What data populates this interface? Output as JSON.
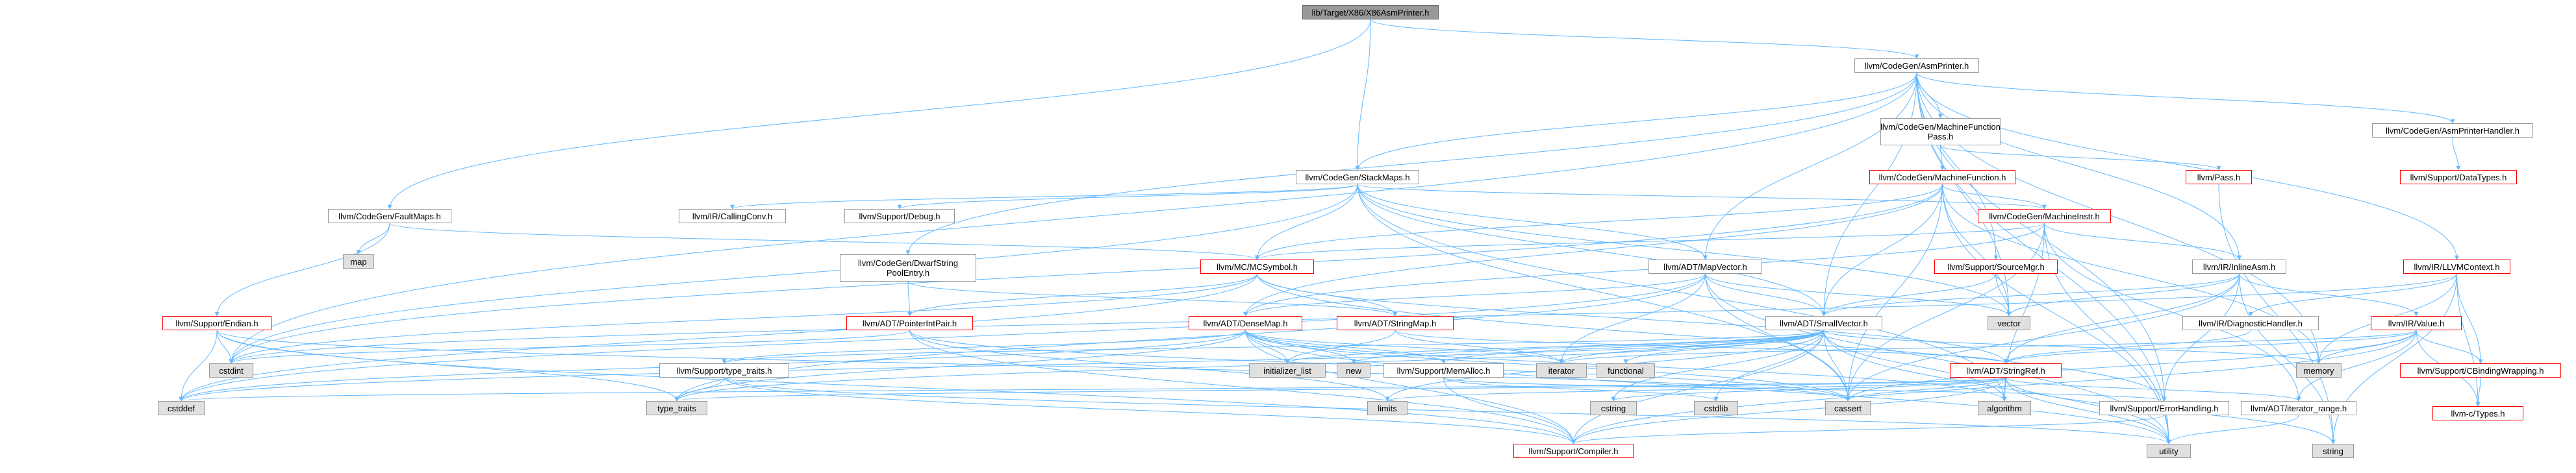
{
  "nodes": {
    "root": {
      "label": "lib/Target/X86/X86AsmPrinter.h"
    },
    "asmprinter": {
      "label": "llvm/CodeGen/AsmPrinter.h"
    },
    "mfpass": {
      "label": "llvm/CodeGen/MachineFunction\nPass.h"
    },
    "asmhandler": {
      "label": "llvm/CodeGen/AsmPrinterHandler.h"
    },
    "datatypes": {
      "label": "llvm/Support/DataTypes.h"
    },
    "pass": {
      "label": "llvm/Pass.h"
    },
    "stackmaps": {
      "label": "llvm/CodeGen/StackMaps.h"
    },
    "mf": {
      "label": "llvm/CodeGen/MachineFunction.h"
    },
    "faultmaps": {
      "label": "llvm/CodeGen/FaultMaps.h"
    },
    "map": {
      "label": "map"
    },
    "callingconv": {
      "label": "llvm/IR/CallingConv.h"
    },
    "debug": {
      "label": "llvm/Support/Debug.h"
    },
    "machineinstr": {
      "label": "llvm/CodeGen/MachineInstr.h"
    },
    "dwarfstring": {
      "label": "llvm/CodeGen/DwarfString\nPoolEntry.h"
    },
    "mcsymbol": {
      "label": "llvm/MC/MCSymbol.h"
    },
    "mapvector": {
      "label": "llvm/ADT/MapVector.h"
    },
    "sourcemgr": {
      "label": "llvm/Support/SourceMgr.h"
    },
    "inlineasm": {
      "label": "llvm/IR/InlineAsm.h"
    },
    "llvmcontext": {
      "label": "llvm/IR/LLVMContext.h"
    },
    "endian": {
      "label": "llvm/Support/Endian.h"
    },
    "ptrintpair": {
      "label": "llvm/ADT/PointerIntPair.h"
    },
    "stringmap": {
      "label": "llvm/ADT/StringMap.h"
    },
    "densemap": {
      "label": "llvm/ADT/DenseMap.h"
    },
    "smallvector": {
      "label": "llvm/ADT/SmallVector.h"
    },
    "vector": {
      "label": "vector"
    },
    "diaghandler": {
      "label": "llvm/IR/DiagnosticHandler.h"
    },
    "value": {
      "label": "llvm/IR/Value.h"
    },
    "cstdint": {
      "label": "cstdint"
    },
    "typetraitsS": {
      "label": "llvm/Support/type_traits.h"
    },
    "initlist": {
      "label": "initializer_list"
    },
    "new": {
      "label": "new"
    },
    "memalloc": {
      "label": "llvm/Support/MemAlloc.h"
    },
    "iterator": {
      "label": "iterator"
    },
    "functional": {
      "label": "functional"
    },
    "stringref": {
      "label": "llvm/ADT/StringRef.h"
    },
    "memory": {
      "label": "memory"
    },
    "cbinding": {
      "label": "llvm/Support/CBindingWrapping.h"
    },
    "ctypes": {
      "label": "llvm-c/Types.h"
    },
    "cstddef": {
      "label": "cstddef"
    },
    "type_traits": {
      "label": "type_traits"
    },
    "limits": {
      "label": "limits"
    },
    "cstring": {
      "label": "cstring"
    },
    "cstdlib": {
      "label": "cstdlib"
    },
    "cassert": {
      "label": "cassert"
    },
    "algorithm": {
      "label": "algorithm"
    },
    "errorhandling": {
      "label": "llvm/Support/ErrorHandling.h"
    },
    "iterrange": {
      "label": "llvm/ADT/iterator_range.h"
    },
    "utility": {
      "label": "utility"
    },
    "string": {
      "label": "string"
    },
    "compiler": {
      "label": "llvm/Support/Compiler.h"
    }
  },
  "edges": [
    [
      "root",
      "asmprinter"
    ],
    [
      "root",
      "stackmaps"
    ],
    [
      "root",
      "faultmaps"
    ],
    [
      "asmprinter",
      "mfpass"
    ],
    [
      "asmprinter",
      "asmhandler"
    ],
    [
      "asmprinter",
      "llvmcontext"
    ],
    [
      "asmprinter",
      "mapvector"
    ],
    [
      "asmprinter",
      "smallvector"
    ],
    [
      "asmprinter",
      "dwarfstring"
    ],
    [
      "asmprinter",
      "sourcemgr"
    ],
    [
      "asmprinter",
      "inlineasm"
    ],
    [
      "asmprinter",
      "cstdint"
    ],
    [
      "asmprinter",
      "memory"
    ],
    [
      "asmprinter",
      "utility"
    ],
    [
      "asmprinter",
      "vector"
    ],
    [
      "asmprinter",
      "errorhandling"
    ],
    [
      "asmprinter",
      "stackmaps"
    ],
    [
      "asmhandler",
      "datatypes"
    ],
    [
      "mfpass",
      "pass"
    ],
    [
      "mfpass",
      "mf"
    ],
    [
      "pass",
      "string"
    ],
    [
      "stackmaps",
      "callingconv"
    ],
    [
      "stackmaps",
      "debug"
    ],
    [
      "stackmaps",
      "mcsymbol"
    ],
    [
      "stackmaps",
      "mapvector"
    ],
    [
      "stackmaps",
      "machineinstr"
    ],
    [
      "stackmaps",
      "smallvector"
    ],
    [
      "stackmaps",
      "algorithm"
    ],
    [
      "stackmaps",
      "cassert"
    ],
    [
      "stackmaps",
      "cstdint"
    ],
    [
      "stackmaps",
      "vector"
    ],
    [
      "faultmaps",
      "map"
    ],
    [
      "faultmaps",
      "mcsymbol"
    ],
    [
      "faultmaps",
      "endian"
    ],
    [
      "mf",
      "machineinstr"
    ],
    [
      "mf",
      "mcsymbol"
    ],
    [
      "mf",
      "densemap"
    ],
    [
      "mf",
      "smallvector"
    ],
    [
      "mf",
      "memory"
    ],
    [
      "mf",
      "utility"
    ],
    [
      "mf",
      "vector"
    ],
    [
      "mf",
      "cassert"
    ],
    [
      "mf",
      "cstdint"
    ],
    [
      "machineinstr",
      "inlineasm"
    ],
    [
      "machineinstr",
      "densemap"
    ],
    [
      "machineinstr",
      "iterrange"
    ],
    [
      "machineinstr",
      "mcsymbol"
    ],
    [
      "machineinstr",
      "algorithm"
    ],
    [
      "machineinstr",
      "cassert"
    ],
    [
      "machineinstr",
      "utility"
    ],
    [
      "dwarfstring",
      "ptrintpair"
    ],
    [
      "dwarfstring",
      "stringmap"
    ],
    [
      "mcsymbol",
      "stringmap"
    ],
    [
      "mcsymbol",
      "ptrintpair"
    ],
    [
      "mcsymbol",
      "stringref"
    ],
    [
      "mcsymbol",
      "errorhandling"
    ],
    [
      "mcsymbol",
      "cstddef"
    ],
    [
      "mcsymbol",
      "cstdint"
    ],
    [
      "mapvector",
      "densemap"
    ],
    [
      "mapvector",
      "smallvector"
    ],
    [
      "mapvector",
      "cassert"
    ],
    [
      "mapvector",
      "cstddef"
    ],
    [
      "mapvector",
      "iterator"
    ],
    [
      "mapvector",
      "type_traits"
    ],
    [
      "mapvector",
      "utility"
    ],
    [
      "mapvector",
      "vector"
    ],
    [
      "sourcemgr",
      "smallvector"
    ],
    [
      "sourcemgr",
      "vector"
    ],
    [
      "inlineasm",
      "smallvector"
    ],
    [
      "inlineasm",
      "stringref"
    ],
    [
      "inlineasm",
      "value"
    ],
    [
      "inlineasm",
      "errorhandling"
    ],
    [
      "inlineasm",
      "cassert"
    ],
    [
      "inlineasm",
      "string"
    ],
    [
      "inlineasm",
      "vector"
    ],
    [
      "llvmcontext",
      "diaghandler"
    ],
    [
      "llvmcontext",
      "cbinding"
    ],
    [
      "llvmcontext",
      "ctypes"
    ],
    [
      "llvmcontext",
      "cstdint"
    ],
    [
      "llvmcontext",
      "memory"
    ],
    [
      "llvmcontext",
      "string"
    ],
    [
      "diaghandler",
      "stringref"
    ],
    [
      "value",
      "ctypes"
    ],
    [
      "value",
      "cbinding"
    ],
    [
      "value",
      "iterrange"
    ],
    [
      "value",
      "stringref"
    ],
    [
      "value",
      "compiler"
    ],
    [
      "value",
      "cassert"
    ],
    [
      "value",
      "iterator"
    ],
    [
      "value",
      "memory"
    ],
    [
      "endian",
      "compiler"
    ],
    [
      "endian",
      "cassert"
    ],
    [
      "endian",
      "cstddef"
    ],
    [
      "endian",
      "cstdint"
    ],
    [
      "endian",
      "type_traits"
    ],
    [
      "ptrintpair",
      "compiler"
    ],
    [
      "ptrintpair",
      "cassert"
    ],
    [
      "ptrintpair",
      "cstdint"
    ],
    [
      "ptrintpair",
      "limits"
    ],
    [
      "stringmap",
      "stringref"
    ],
    [
      "stringmap",
      "initlist"
    ],
    [
      "stringmap",
      "iterator"
    ],
    [
      "densemap",
      "compiler"
    ],
    [
      "densemap",
      "memalloc"
    ],
    [
      "densemap",
      "typetraitsS"
    ],
    [
      "densemap",
      "algorithm"
    ],
    [
      "densemap",
      "cassert"
    ],
    [
      "densemap",
      "cstddef"
    ],
    [
      "densemap",
      "initlist"
    ],
    [
      "densemap",
      "iterator"
    ],
    [
      "densemap",
      "new"
    ],
    [
      "densemap",
      "type_traits"
    ],
    [
      "densemap",
      "utility"
    ],
    [
      "smallvector",
      "compiler"
    ],
    [
      "smallvector",
      "type_traits"
    ],
    [
      "smallvector",
      "algorithm"
    ],
    [
      "smallvector",
      "cassert"
    ],
    [
      "smallvector",
      "cstddef"
    ],
    [
      "smallvector",
      "cstdlib"
    ],
    [
      "smallvector",
      "cstring"
    ],
    [
      "smallvector",
      "functional"
    ],
    [
      "smallvector",
      "initlist"
    ],
    [
      "smallvector",
      "iterator"
    ],
    [
      "smallvector",
      "limits"
    ],
    [
      "smallvector",
      "memory"
    ],
    [
      "smallvector",
      "new"
    ],
    [
      "smallvector",
      "utility"
    ],
    [
      "smallvector",
      "memalloc"
    ],
    [
      "smallvector",
      "typetraitsS"
    ],
    [
      "typetraitsS",
      "compiler"
    ],
    [
      "typetraitsS",
      "type_traits"
    ],
    [
      "typetraitsS",
      "utility"
    ],
    [
      "memalloc",
      "compiler"
    ],
    [
      "memalloc",
      "errorhandling"
    ],
    [
      "memalloc",
      "cstdlib"
    ],
    [
      "stringref",
      "compiler"
    ],
    [
      "stringref",
      "iterrange"
    ],
    [
      "stringref",
      "algorithm"
    ],
    [
      "stringref",
      "cassert"
    ],
    [
      "stringref",
      "cstddef"
    ],
    [
      "stringref",
      "cstring"
    ],
    [
      "stringref",
      "limits"
    ],
    [
      "stringref",
      "string"
    ],
    [
      "stringref",
      "type_traits"
    ],
    [
      "stringref",
      "utility"
    ],
    [
      "cbinding",
      "ctypes"
    ],
    [
      "errorhandling",
      "compiler"
    ],
    [
      "iterrange",
      "utility"
    ]
  ],
  "colors": {
    "edge": "#63b8ff",
    "red_border": "#ff0000",
    "gray_fill": "#e0e0e0",
    "root_fill": "#999999"
  }
}
